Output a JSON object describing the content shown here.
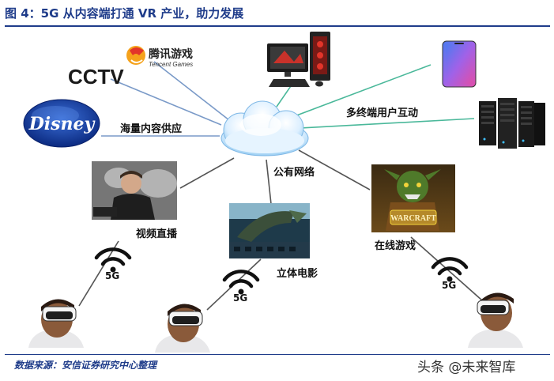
{
  "figure": {
    "title": "图 4：5G 从内容端打通 VR 产业，助力发展",
    "source": "数据来源：安信证券研究中心整理",
    "watermark": "头条 @未来智库"
  },
  "logos": {
    "cctv": "CCTV",
    "tencent_cn": "腾讯游戏",
    "tencent_en": "Tencent Games",
    "disney": "Disney",
    "warcraft": "WARCRAFT"
  },
  "labels": {
    "content_supply": "海量内容供应",
    "multi_terminal": "多终端用户互动",
    "public_network": "公有网络",
    "live_video": "视频直播",
    "cinema": "立体电影",
    "online_games": "在线游戏"
  },
  "signals": {
    "left": "5G",
    "middle": "5G",
    "right": "5G"
  }
}
